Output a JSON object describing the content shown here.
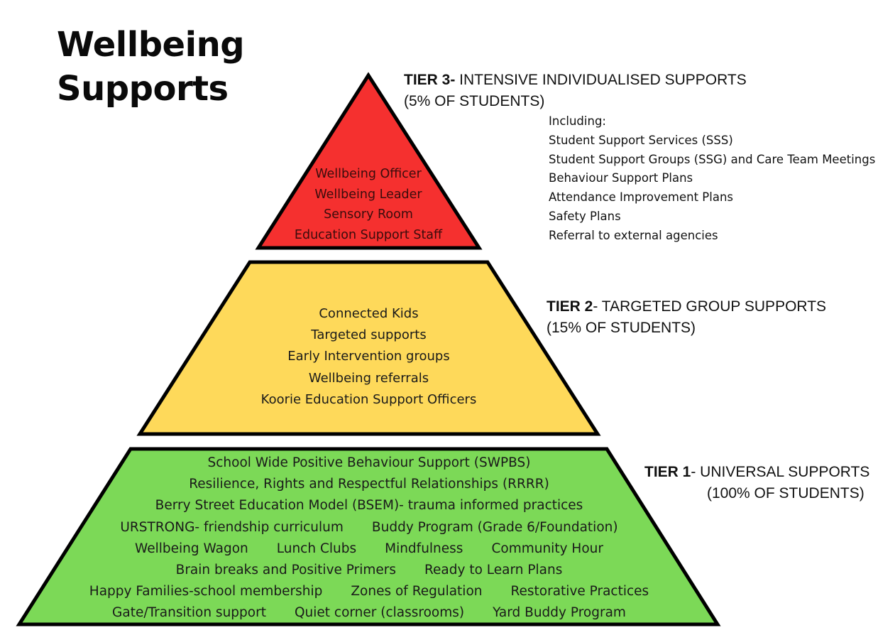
{
  "title": {
    "line1": "Wellbeing",
    "line2": "Supports"
  },
  "colors": {
    "tier3_fill": "#f5302f",
    "tier2_fill": "#fed95a",
    "tier1_fill": "#7cd957",
    "outline": "#000000"
  },
  "tiers": {
    "tier3": {
      "label_bold": "TIER 3-",
      "label_rest": " INTENSIVE INDIVIDUALISED SUPPORTS",
      "percentage": "(5% OF STUDENTS)",
      "items": [
        "Wellbeing Officer",
        "Wellbeing Leader",
        "Sensory Room",
        "Education Support Staff"
      ],
      "extra_heading": "Including:",
      "extra_items": [
        "Student Support Services (SSS)",
        "Student Support Groups (SSG) and Care Team Meetings",
        "Behaviour Support Plans",
        "Attendance Improvement Plans",
        "Safety Plans",
        "Referral to external agencies"
      ]
    },
    "tier2": {
      "label_bold": "TIER 2",
      "label_rest": "- TARGETED GROUP SUPPORTS",
      "percentage": "(15% OF STUDENTS)",
      "items": [
        "Connected Kids",
        "Targeted supports",
        "Early Intervention groups",
        "Wellbeing referrals",
        "Koorie Education Support Officers"
      ]
    },
    "tier1": {
      "label_bold": "TIER 1",
      "label_rest": "- UNIVERSAL SUPPORTS",
      "percentage": "(100% OF STUDENTS)",
      "rows": [
        [
          "School Wide Positive Behaviour Support (SWPBS)"
        ],
        [
          "Resilience, Rights and Respectful Relationships (RRRR)"
        ],
        [
          "Berry Street Education Model (BSEM)- trauma informed practices"
        ],
        [
          "URSTRONG- friendship curriculum",
          "Buddy Program (Grade 6/Foundation)"
        ],
        [
          "Wellbeing Wagon",
          "Lunch Clubs",
          "Mindfulness",
          "Community Hour"
        ],
        [
          "Brain breaks and Positive Primers",
          "Ready to Learn Plans"
        ],
        [
          "Happy Families-school membership",
          "Zones of Regulation",
          "Restorative Practices"
        ],
        [
          "Gate/Transition support",
          "Quiet corner (classrooms)",
          "Yard Buddy Program"
        ]
      ]
    }
  }
}
